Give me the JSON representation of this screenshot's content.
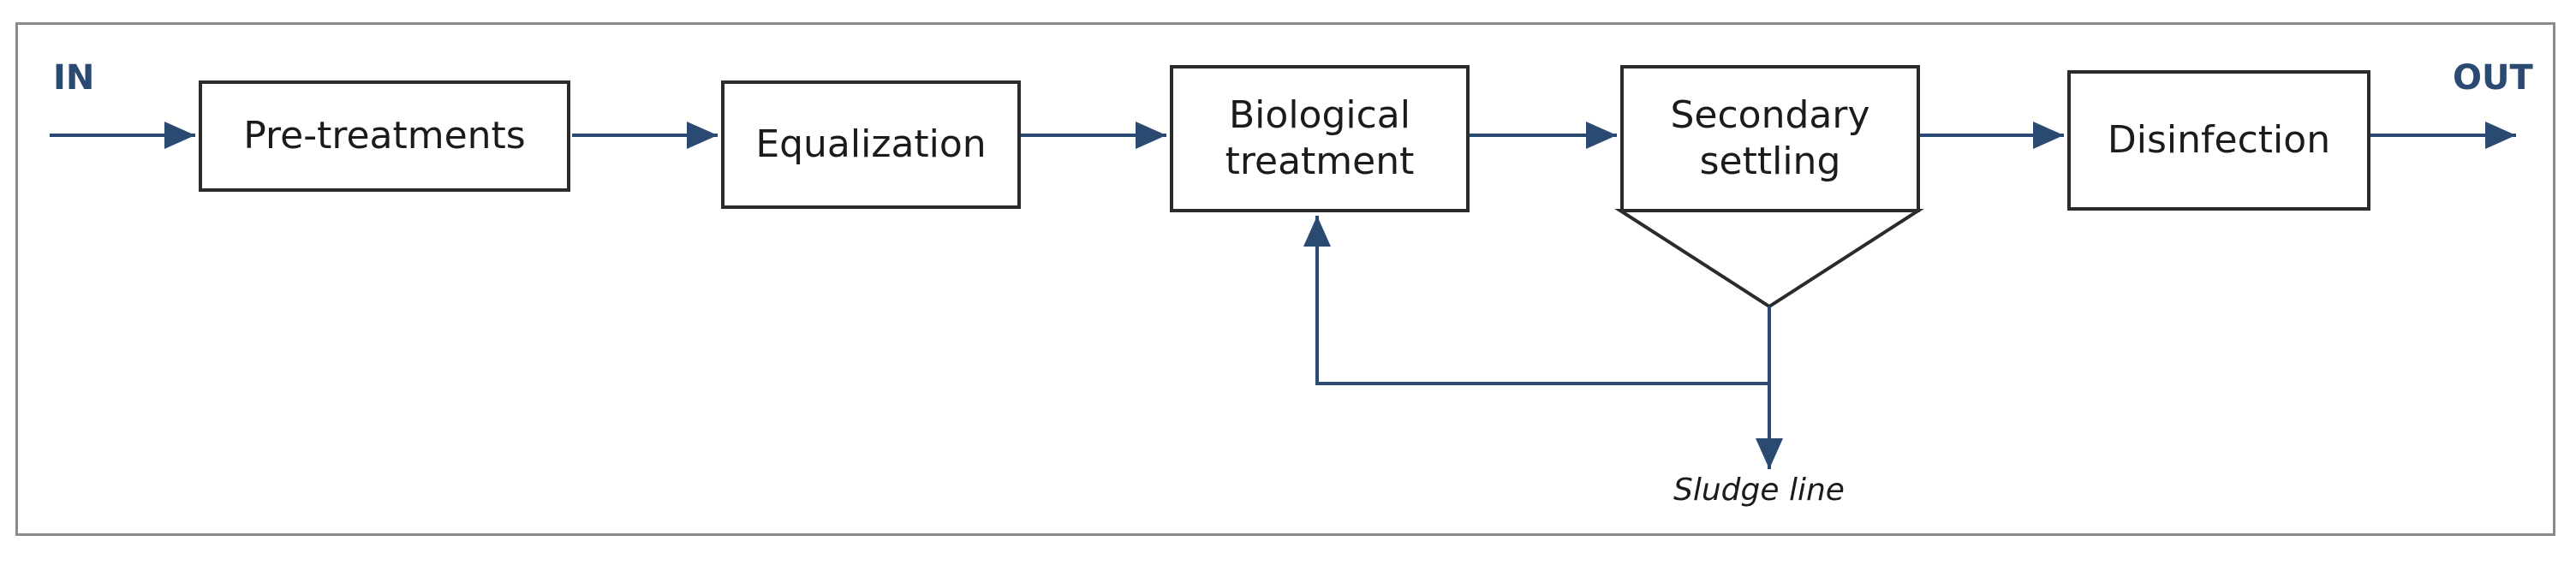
{
  "diagram": {
    "input_label": "IN",
    "output_label": "OUT",
    "stages": [
      {
        "label": "Pre-treatments"
      },
      {
        "label": "Equalization"
      },
      {
        "label": "Biological\ntreatment"
      },
      {
        "label": "Secondary\nsettling"
      },
      {
        "label": "Disinfection"
      }
    ],
    "sludge_label": "Sludge line",
    "colors": {
      "io_text": "#2b4a72",
      "lines": "#2b4a72",
      "box_border": "#2b2b2b"
    }
  }
}
